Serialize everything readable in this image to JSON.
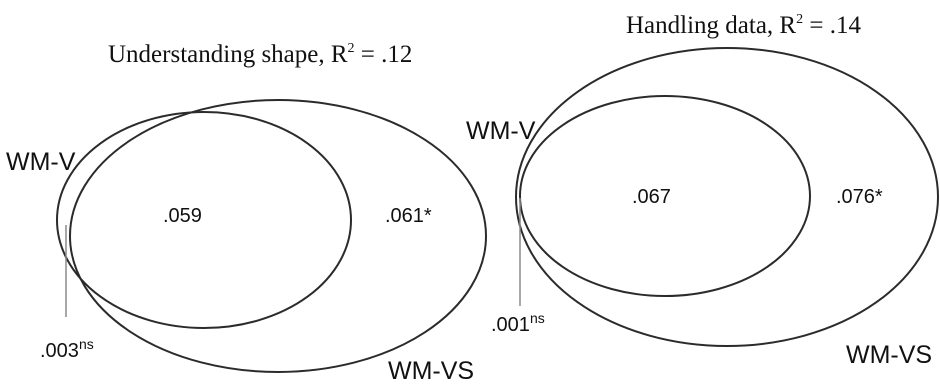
{
  "panels": [
    {
      "title": {
        "text": "Understanding shape, R",
        "sup": "2",
        "suffix": " = .12"
      },
      "labels": {
        "verbal": "WM-V",
        "visuospatial": "WM-VS"
      },
      "values": {
        "shared": ".059",
        "vs_unique": ".061*",
        "v_unique": ".003",
        "v_unique_sup": "ns"
      }
    },
    {
      "title": {
        "text": "Handling data, R",
        "sup": "2",
        "suffix": " = .14"
      },
      "labels": {
        "verbal": "WM-V",
        "visuospatial": "WM-VS"
      },
      "values": {
        "shared": ".067",
        "vs_unique": ".076*",
        "v_unique": ".001",
        "v_unique_sup": "ns"
      }
    }
  ]
}
